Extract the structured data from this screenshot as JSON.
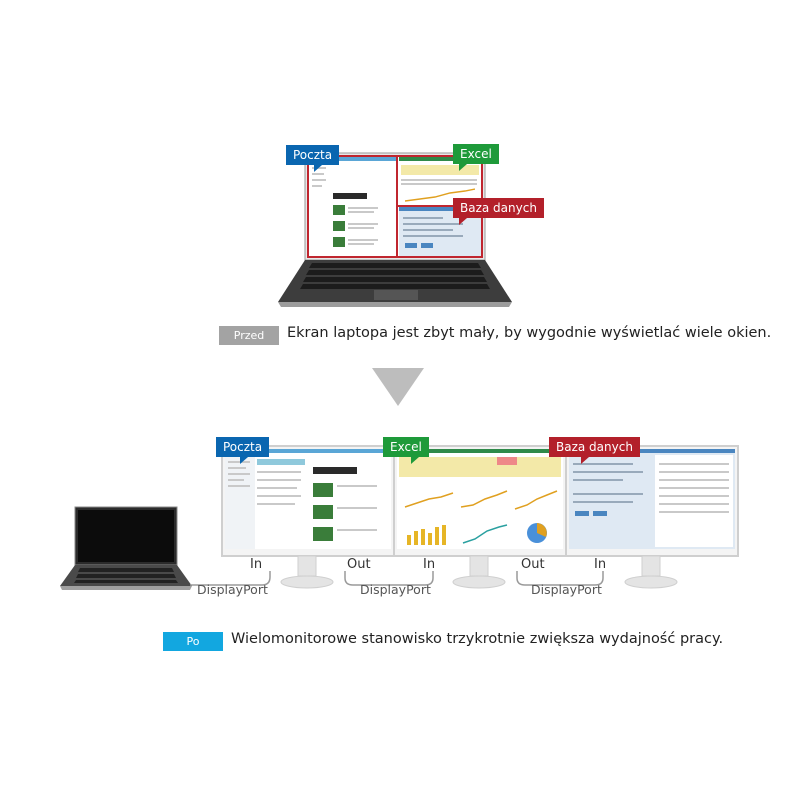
{
  "top": {
    "tags": {
      "mail": "Poczta",
      "excel": "Excel",
      "database": "Baza danych"
    },
    "before_badge": "Przed",
    "before_text": "Ekran laptopa jest zbyt mały, by wygodnie wyświetlać wiele okien."
  },
  "bottom": {
    "tags": {
      "mail": "Poczta",
      "excel": "Excel",
      "database": "Baza danych"
    },
    "connectors": {
      "in1": "In",
      "out1": "Out",
      "in2": "In",
      "out2": "Out",
      "in3": "In"
    },
    "cables": {
      "dp1": "DisplayPort",
      "dp2": "DisplayPort",
      "dp3": "DisplayPort"
    },
    "after_badge": "Po",
    "after_text": "Wielomonitorowe stanowisko trzykrotnie zwiększa wydajność pracy."
  },
  "colors": {
    "mail": "#0a66b0",
    "excel": "#1e9a3a",
    "database": "#b3202a",
    "before_badge": "#a3a3a3",
    "after_badge": "#12a7e0",
    "arrow": "#bdbdbd"
  }
}
